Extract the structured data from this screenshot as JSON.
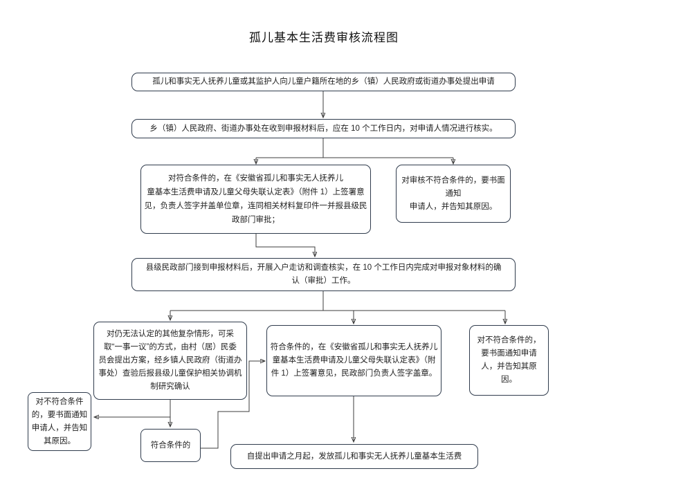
{
  "title": "孤儿基本生活费审核流程图",
  "nodes": {
    "apply": {
      "text": "孤儿和事实无人抚养儿童或其监护人向儿童户籍所在地的乡（镇）人民政府或街道办事处提出申请"
    },
    "township_verify": {
      "text": "乡（镇）人民政府、街道办事处在收到申报材料后，应在 10 个工作日内，对申请人情况进行核实。"
    },
    "township_approve": {
      "text": "对符合条件的，在《安徽省孤儿和事实无人抚养儿\n童基本生活费申请及儿童父母失联认定表》（附件 1）上签署意\n见，负责人签字并盖单位章，连同相关材料复印件一并报县级民\n政部门审批；"
    },
    "township_reject": {
      "text": "对审核不符合条件的，要书面\n通知\n申请人，并告知其原因。"
    },
    "county_review": {
      "text": "县级民政部门接到申报材料后，开展入户走访和调查核实，在 10 个工作日内完成对申报对象材料的确\n认（审批）工作。"
    },
    "complex_case": {
      "text": "对仍无法认定的其他复杂情形，可采\n取“一事一议”的方式，由村（居）民委\n员会提出方案，经乡镇人民政府（街道办\n事处）查验后报县级儿童保护相关协调机\n制研究确认"
    },
    "county_approve": {
      "text": "符合条件的，在《安徽省孤儿和事实无人抚养儿\n童基本生活费申请及儿童父母失联认定表》（附\n件 1）上签署意见，民政部门负责人签字盖章。"
    },
    "county_reject": {
      "text": "对不符合条件的，\n要书面通知申请\n人，并告知其原\n因。"
    },
    "notify_reject": {
      "text": "对不符合条件\n的，要书面通知\n申请人，并告知\n其原因。"
    },
    "qualified": {
      "text": "符合条件的"
    },
    "grant": {
      "text": "自提出申请之月起，发放孤儿和事实无人抚养儿童基本生活费"
    }
  },
  "edges": [
    {
      "from": "apply",
      "to": "township_verify"
    },
    {
      "from": "township_verify",
      "to": "township_approve"
    },
    {
      "from": "township_verify",
      "to": "township_reject"
    },
    {
      "from": "township_approve",
      "to": "county_review"
    },
    {
      "from": "county_review",
      "to": "complex_case"
    },
    {
      "from": "county_review",
      "to": "county_approve"
    },
    {
      "from": "county_review",
      "to": "county_reject"
    },
    {
      "from": "complex_case",
      "to": "notify_reject"
    },
    {
      "from": "complex_case",
      "to": "qualified"
    },
    {
      "from": "qualified",
      "to": "county_approve"
    },
    {
      "from": "county_approve",
      "to": "grant"
    }
  ],
  "colors": {
    "border": "#2f3b4c",
    "line": "#3c3c3c",
    "arrowhead": "#111111",
    "text": "#1f1f1f",
    "background": "#ffffff"
  }
}
